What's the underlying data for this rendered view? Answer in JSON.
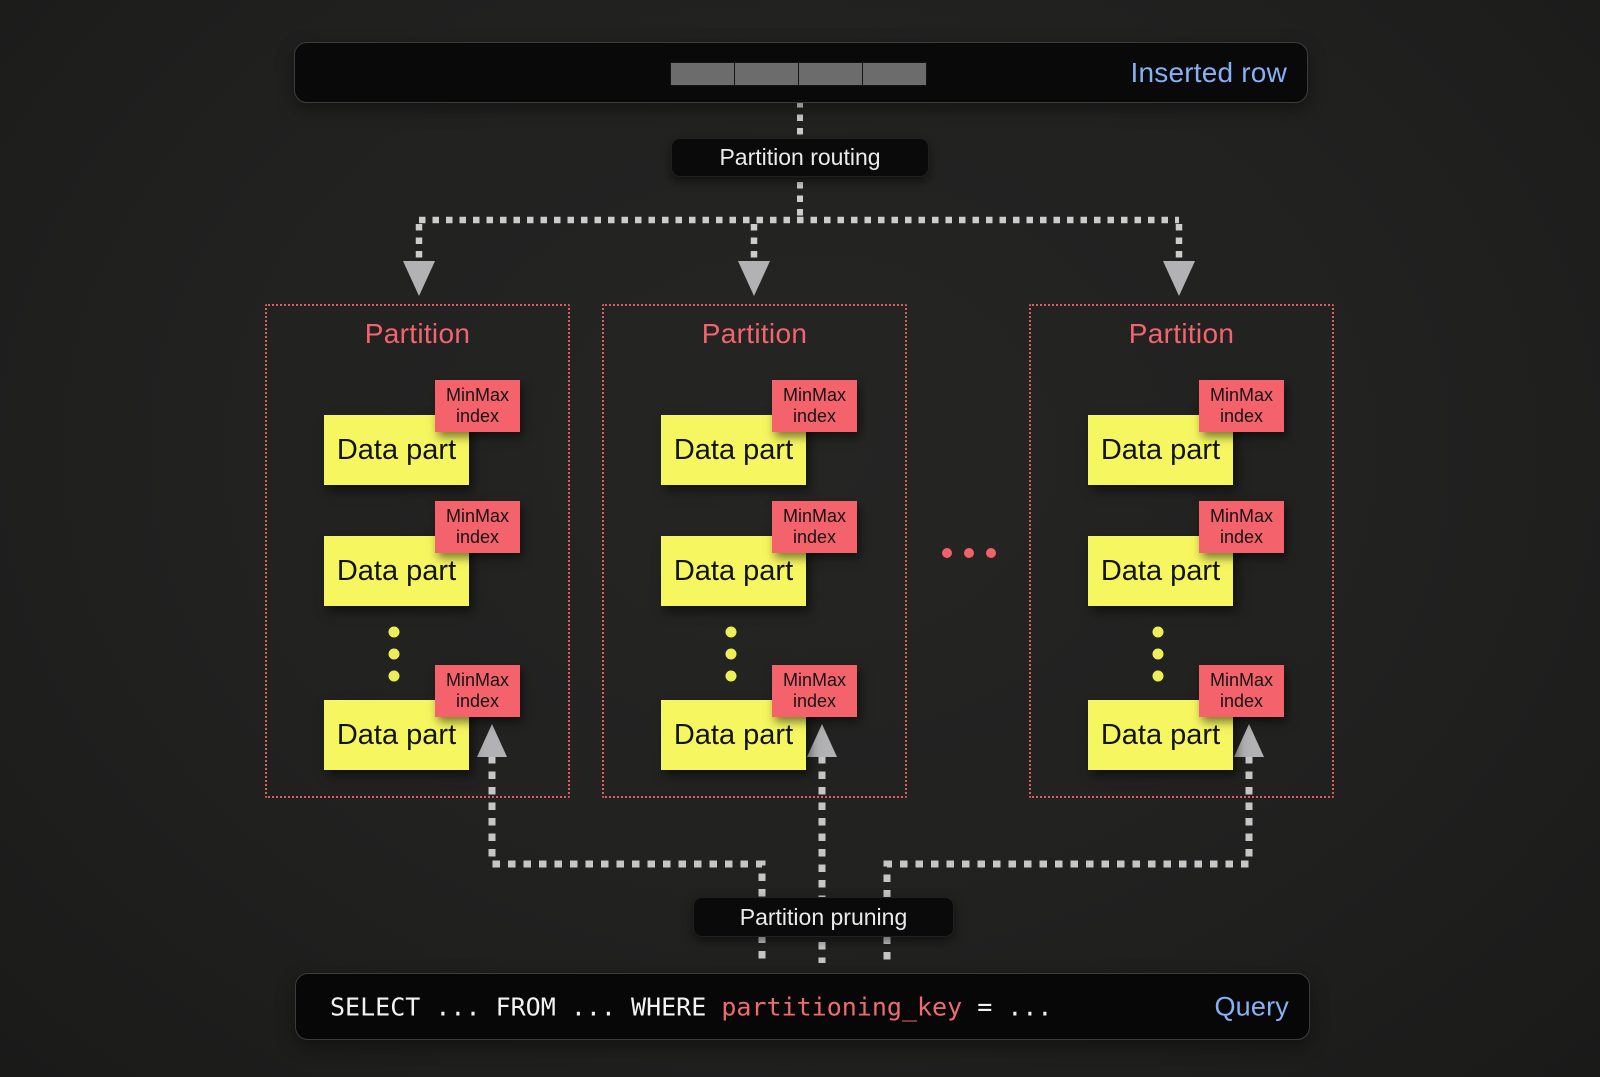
{
  "inserted_row": {
    "label": "Inserted row",
    "cell_count": 4
  },
  "labels": {
    "routing": "Partition routing",
    "pruning": "Partition pruning"
  },
  "partitions": [
    {
      "title": "Partition"
    },
    {
      "title": "Partition"
    },
    {
      "title": "Partition"
    }
  ],
  "data_part_label": "Data part",
  "minmax_label": {
    "line1": "MinMax",
    "line2": "index"
  },
  "ellipsis_between_partitions": "...",
  "query": {
    "before": "SELECT ... FROM ... WHERE ",
    "key": "partitioning_key",
    "after": " = ...",
    "label": "Query"
  },
  "colors": {
    "background": "#212120",
    "panel_black": "#090909",
    "accent_red": "#f2616b",
    "partition_border_red": "#e05a62",
    "accent_yellow": "#f6f660",
    "accent_blue": "#88b0f4",
    "arrow_gray": "#c6c6c6",
    "row_cell_gray": "#6c6c6c",
    "text_white": "#ebebeb"
  }
}
